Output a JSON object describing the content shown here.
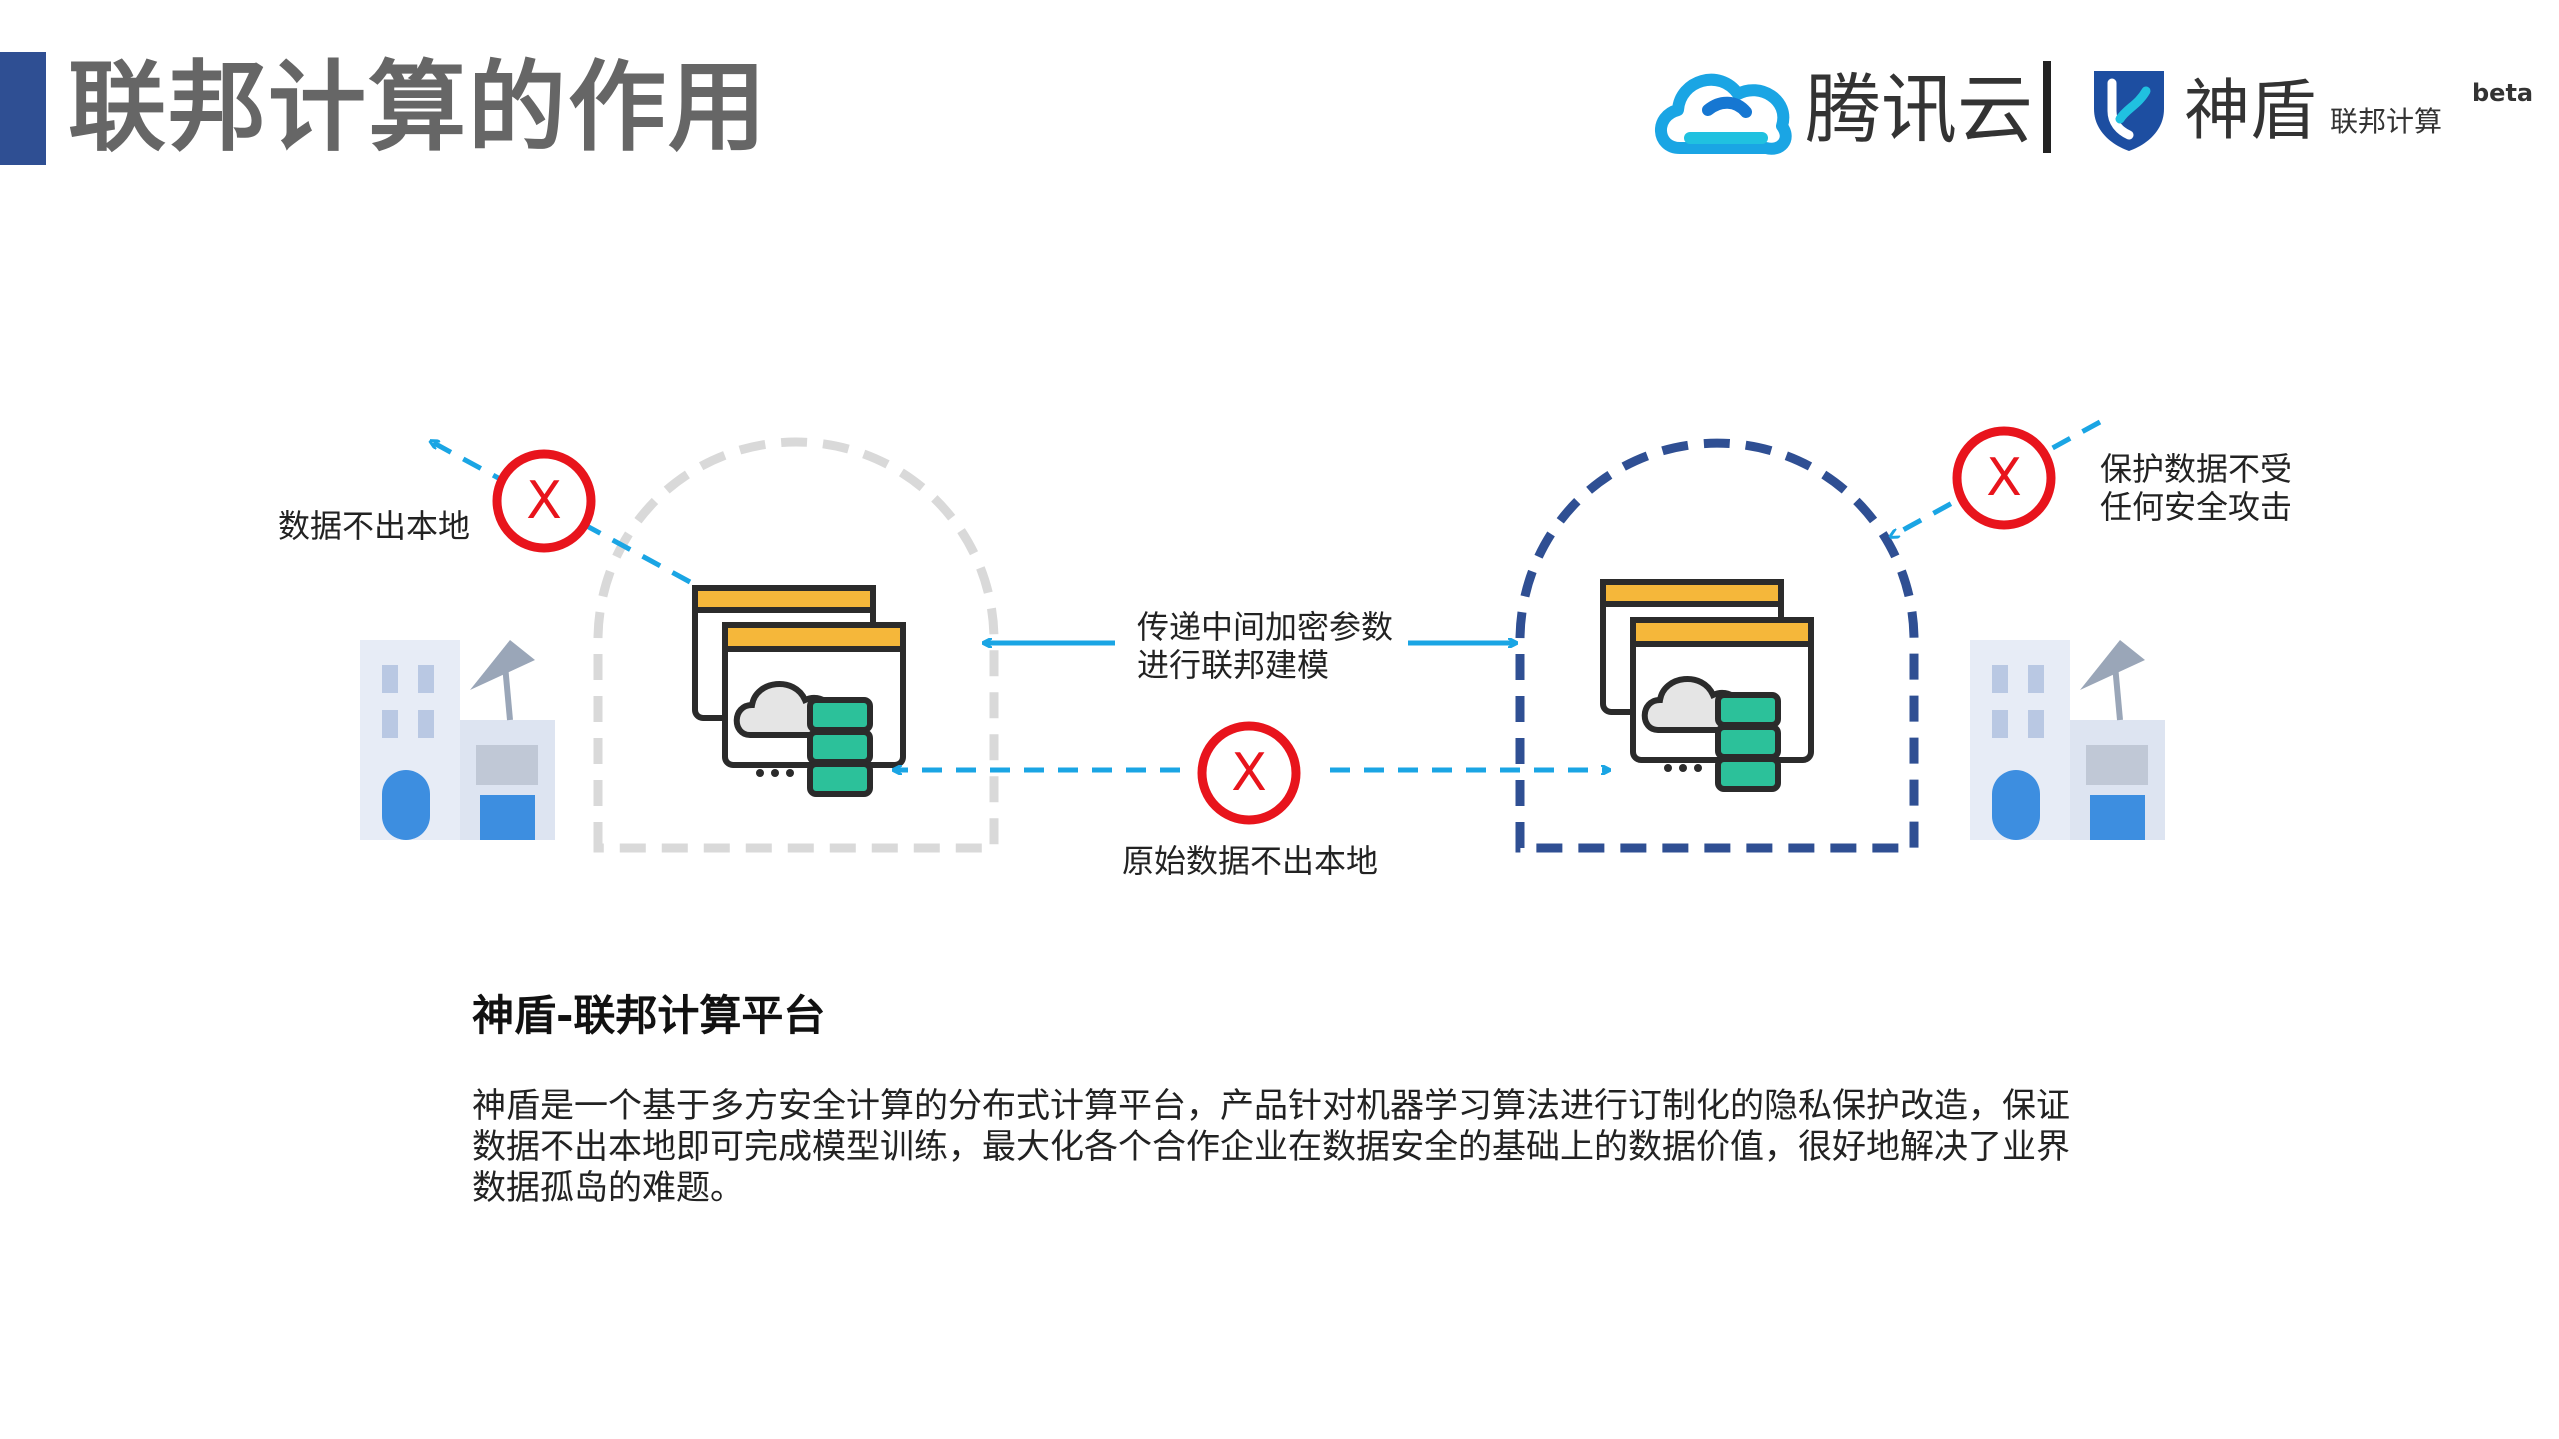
{
  "header": {
    "title": "联邦计算的作用",
    "logo": {
      "tencent_cloud": "腾讯云",
      "shendun": "神盾",
      "federated_computing": "联邦计算",
      "beta": "beta"
    }
  },
  "diagram": {
    "left_label": "数据不出本地",
    "right_label_line1": "保护数据不受",
    "right_label_line2": "任何安全攻击",
    "middle_label_line1": "传递中间加密参数",
    "middle_label_line2": "进行联邦建模",
    "bottom_label": "原始数据不出本地",
    "x_mark": "X",
    "colors": {
      "arrow": "#1aa5e4",
      "x_ring": "#e8141c",
      "left_tunnel": "#d9d9d9",
      "right_tunnel": "#2f4f93"
    }
  },
  "content": {
    "heading": "神盾-联邦计算平台",
    "description": "神盾是一个基于多方安全计算的分布式计算平台，产品针对机器学习算法进行订制化的隐私保护改造，保证数据不出本地即可完成模型训练，最大化各个合作企业在数据安全的基础上的数据价值，很好地解决了业界数据孤岛的难题。"
  }
}
